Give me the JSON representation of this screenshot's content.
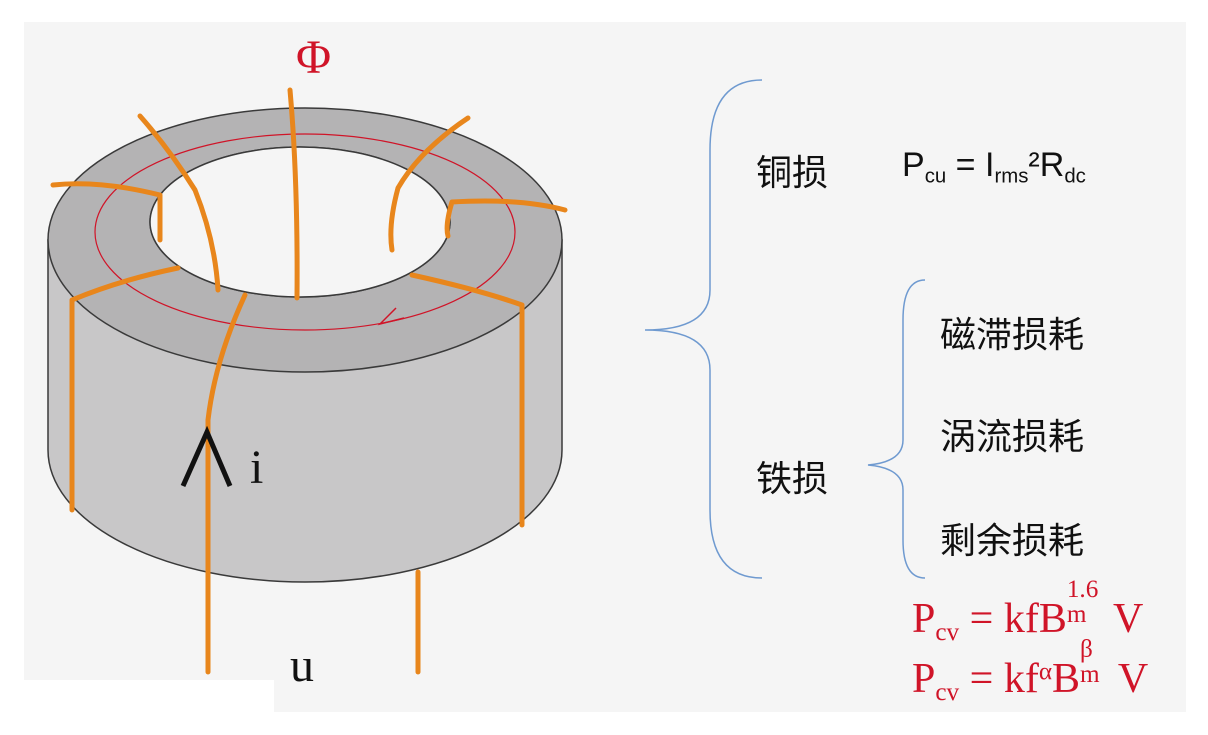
{
  "flux_symbol": "Φ",
  "current_symbol": "i",
  "voltage_symbol": "u",
  "copper_loss": {
    "label": "铜损",
    "P": "P",
    "P_sub": "cu",
    "eq": " = I",
    "I_sub": "rms",
    "sq": "²R",
    "R_sub": "dc"
  },
  "iron_loss": {
    "label": "铁损",
    "items": [
      "磁滞损耗",
      "涡流损耗",
      "剩余损耗"
    ]
  },
  "formula1": {
    "P": "P",
    "P_sub": "cv",
    "mid": " = kfB",
    "sup": "1.6",
    "sub": "m",
    "end": "V"
  },
  "formula2": {
    "P": "P",
    "P_sub": "cv",
    "mid": " = kf",
    "alpha": "α",
    "B": "B",
    "beta": "β",
    "sub": "m",
    "end": "V"
  },
  "colors": {
    "winding": "#e8861c",
    "flux": "#d01428",
    "core": "#c8c7c8",
    "brace": "#6f9ad0"
  }
}
